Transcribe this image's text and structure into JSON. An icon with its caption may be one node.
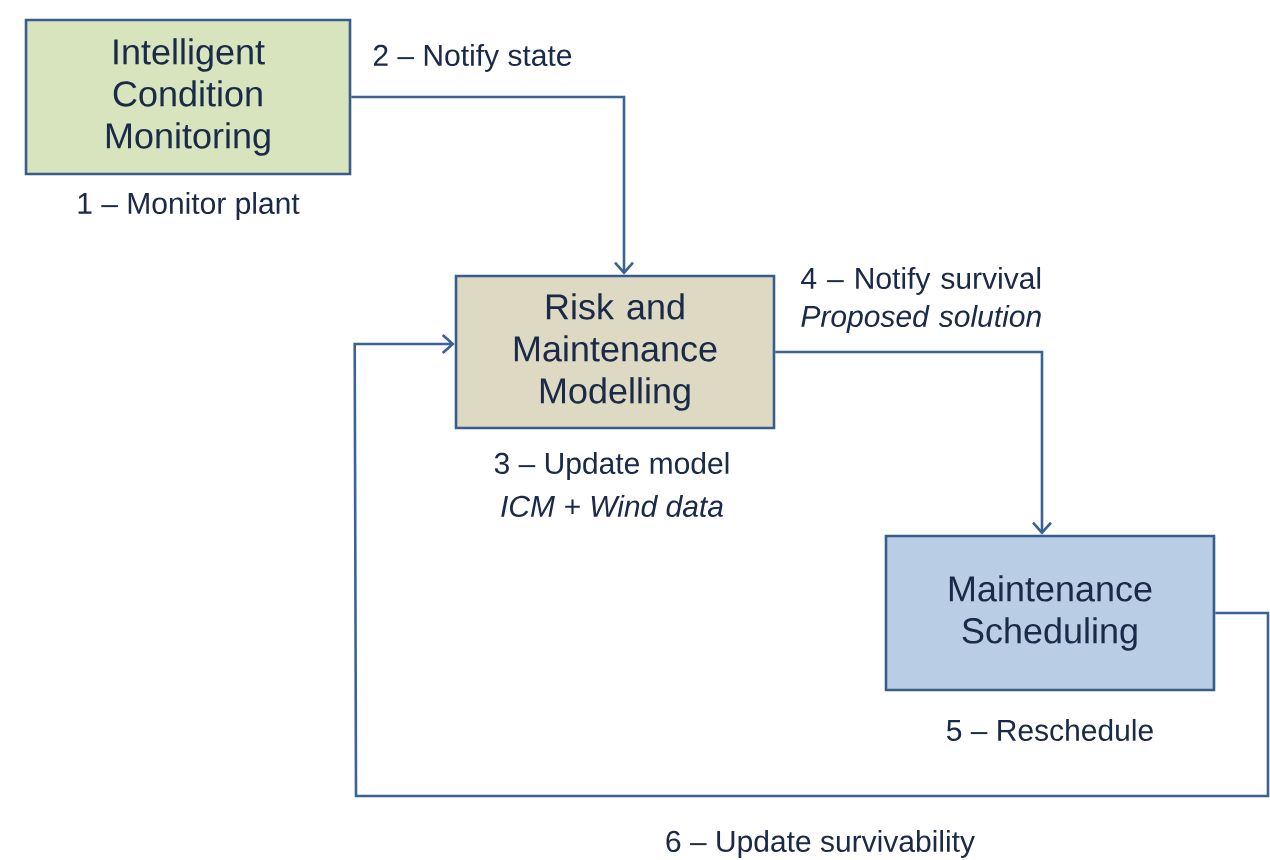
{
  "diagram": {
    "nodes": [
      {
        "text": [
          "Intelligent Condition Monitoring"
        ],
        "beside": [
          "1 – Monitor plant"
        ]
      },
      {
        "text": [
          "Risk and Maintenance Modelling"
        ],
        "beside": [
          "3 – Update model",
          "ICM + Wind data"
        ]
      },
      {
        "text": [
          "Maintenance Scheduling"
        ],
        "beside": [
          "5 – Reschedule"
        ]
      }
    ],
    "edges": [
      {
        "from": 0,
        "to": 1,
        "arrow": "to",
        "label": "2 – Notify state"
      },
      {
        "from": 1,
        "to": 2,
        "arrow": "to",
        "label": "4 – Notify survival *Proposed solution*"
      },
      {
        "from": 2,
        "to": 1,
        "arrow": "to",
        "label": "6 – Update survivability"
      }
    ]
  }
}
